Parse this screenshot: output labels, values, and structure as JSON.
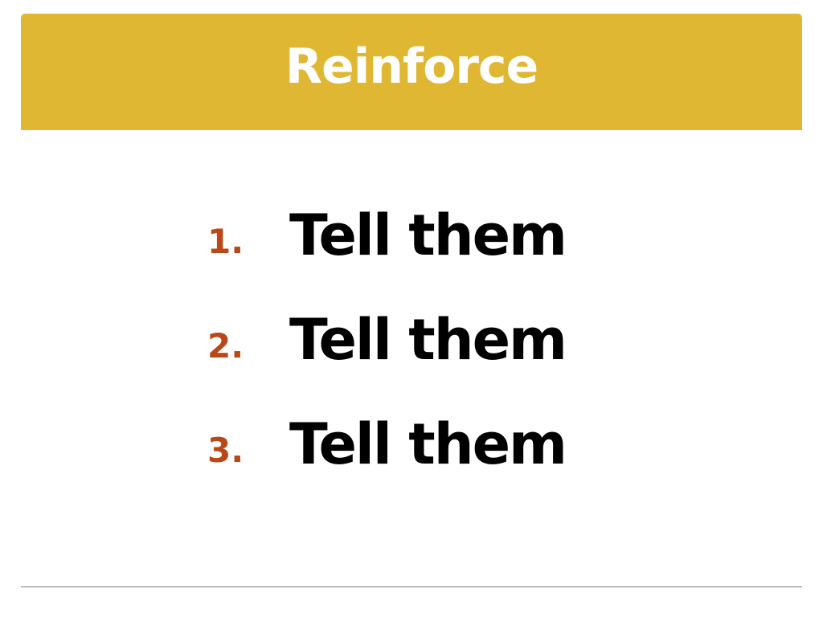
{
  "slide": {
    "title": "Reinforce",
    "items": [
      {
        "number": "1.",
        "text": "Tell them"
      },
      {
        "number": "2.",
        "text": "Tell them"
      },
      {
        "number": "3.",
        "text": "Tell them"
      }
    ]
  },
  "colors": {
    "title_bar": "#dfb732",
    "title_text": "#ffffff",
    "list_number": "#b94717",
    "list_text": "#000000",
    "footer_rule": "#7a7a7a"
  }
}
